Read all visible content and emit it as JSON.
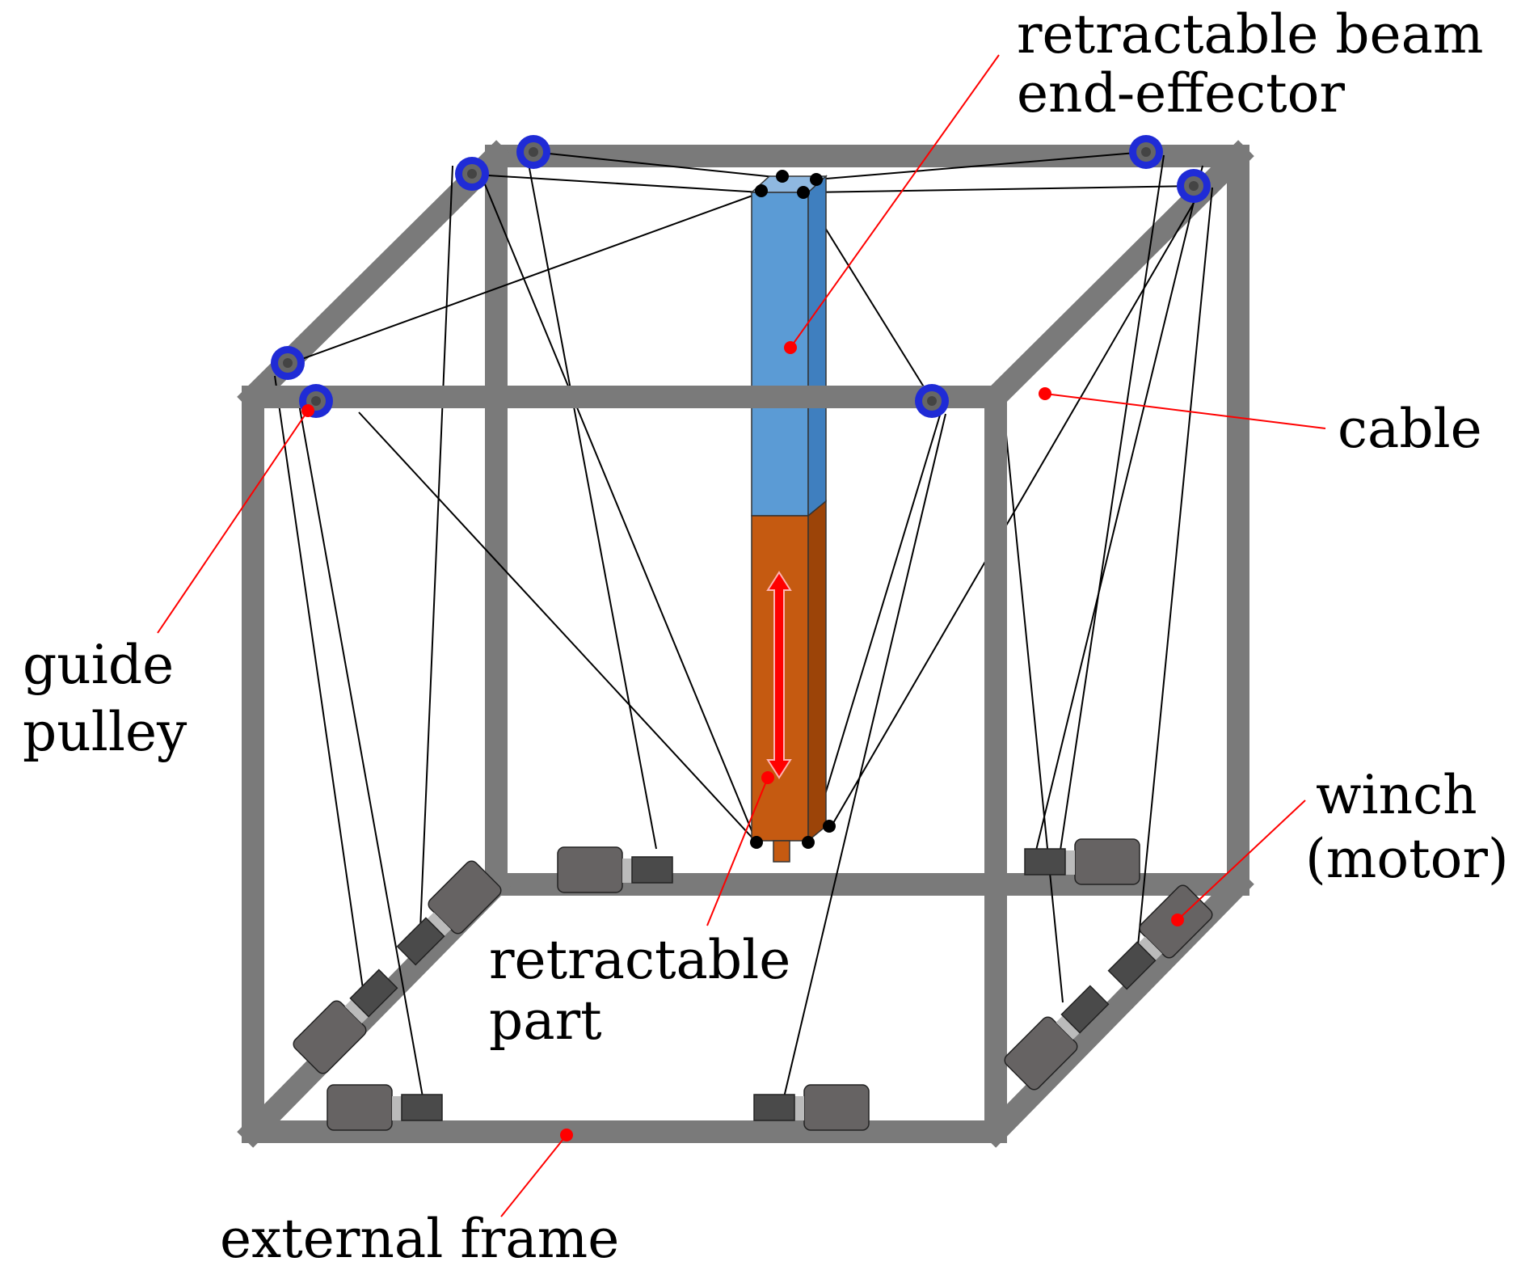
{
  "labels": {
    "beam_line1": "retractable beam",
    "beam_line2": "end-effector",
    "cable": "cable",
    "guide_line1": "guide",
    "guide_line2": "pulley",
    "winch_line1": "winch",
    "winch_line2": "(motor)",
    "retract_line1": "retractable",
    "retract_line2": "part",
    "frame": "external frame"
  },
  "colors": {
    "frame": "#7a7a7a",
    "beam_upper": "#5b9bd5",
    "beam_lower": "#c55a11",
    "pulley": "#1f2bd6",
    "motor": "#666363",
    "leader": "#ff0000"
  }
}
